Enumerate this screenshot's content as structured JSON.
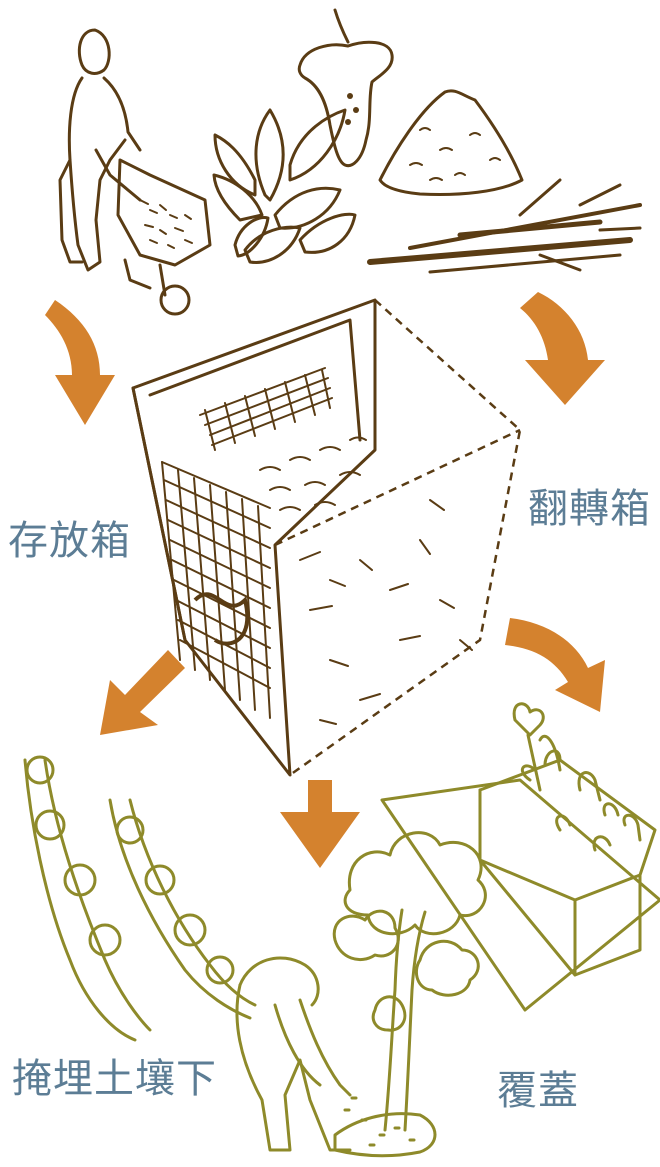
{
  "labels": {
    "storage_bin": "存放箱",
    "turning_bin": "翻轉箱",
    "bury": "掩埋土壤下",
    "cover": "覆蓋"
  },
  "colors": {
    "arrow": "#d4822e",
    "input_ink": "#5a3c14",
    "output_ink": "#8e8a2a",
    "label": "#5c7d95"
  },
  "icons": [
    "person-wheelbarrow-icon",
    "apple-core-icon",
    "leaves-icon",
    "sawdust-pile-icon",
    "twigs-icon",
    "compost-bin-icon",
    "mulch-rows-icon",
    "person-digging-icon",
    "tree-icon",
    "planter-box-icon"
  ]
}
